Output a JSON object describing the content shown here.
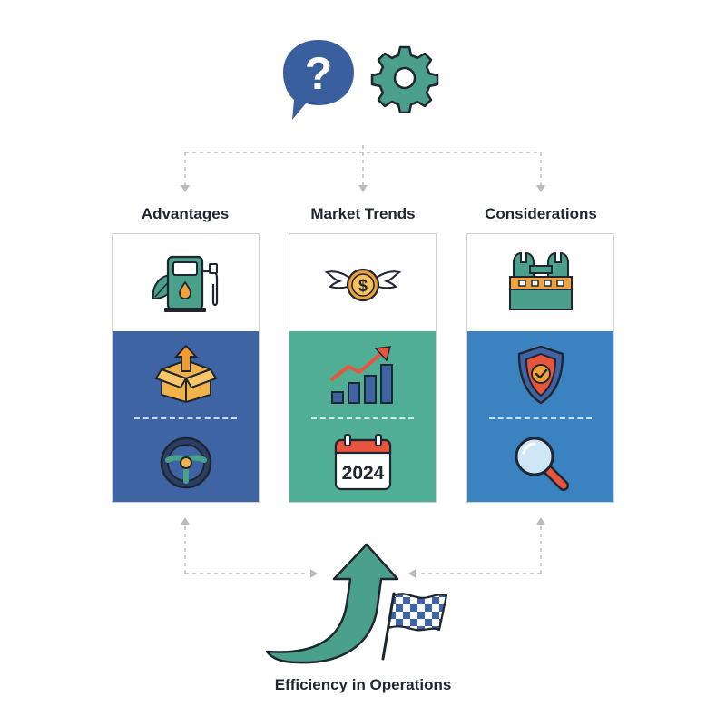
{
  "columns": [
    {
      "title": "Advantages",
      "bottom_color": "#3e64a4"
    },
    {
      "title": "Market Trends",
      "bottom_color": "#4fae94"
    },
    {
      "title": "Considerations",
      "bottom_color": "#3b82c0"
    }
  ],
  "footer": {
    "label": "Efficiency in Operations"
  },
  "calendar": {
    "year": "2024"
  },
  "icons": {
    "header": [
      "question-bubble-icon",
      "gear-icon"
    ],
    "advantages": [
      "eco-fuel-pump-icon",
      "box-upload-icon",
      "steering-wheel-icon"
    ],
    "market_trends": [
      "winged-dollar-coin-icon",
      "rising-bar-chart-icon",
      "calendar-icon"
    ],
    "considerations": [
      "wrench-toolbox-icon",
      "shield-check-icon",
      "magnifier-icon"
    ],
    "footer": [
      "upward-arrow-icon",
      "checkered-flag-icon"
    ]
  },
  "colors": {
    "navy": "#3e64a4",
    "teal": "#4fae94",
    "blue": "#3b82c0",
    "orange": "#f2a23a",
    "red": "#e8553e",
    "dark": "#1f2630"
  }
}
